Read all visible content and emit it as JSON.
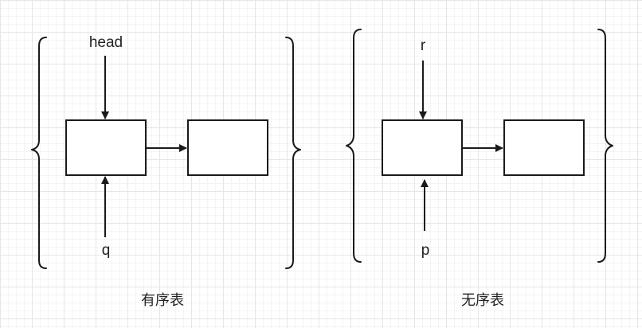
{
  "diagram": {
    "ordered": {
      "caption": "有序表",
      "top_pointer": "head",
      "bottom_pointer": "q"
    },
    "unordered": {
      "caption": "无序表",
      "top_pointer": "r",
      "bottom_pointer": "p"
    }
  }
}
